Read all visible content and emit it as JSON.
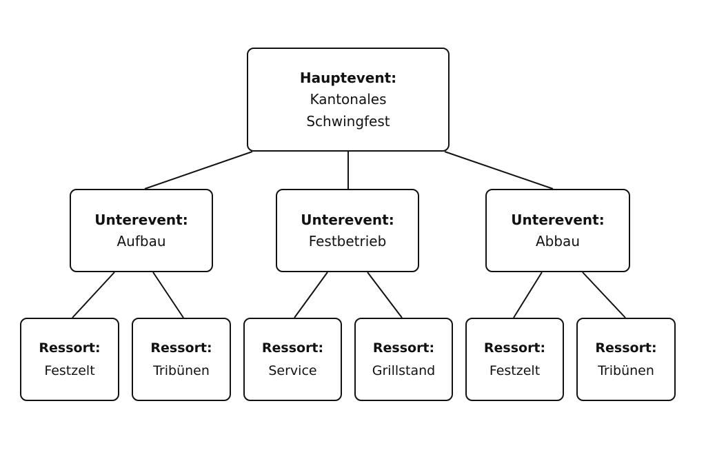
{
  "root": {
    "label": "Hauptevent:",
    "value_line1": "Kantonales",
    "value_line2": "Schwingfest"
  },
  "subevents": [
    {
      "label": "Unterevent:",
      "value": "Aufbau"
    },
    {
      "label": "Unterevent:",
      "value": "Festbetrieb"
    },
    {
      "label": "Unterevent:",
      "value": "Abbau"
    }
  ],
  "ressorts": [
    {
      "label": "Ressort:",
      "value": "Festzelt"
    },
    {
      "label": "Ressort:",
      "value": "Tribünen"
    },
    {
      "label": "Ressort:",
      "value": "Service"
    },
    {
      "label": "Ressort:",
      "value": "Grillstand"
    },
    {
      "label": "Ressort:",
      "value": "Festzelt"
    },
    {
      "label": "Ressort:",
      "value": "Tribünen"
    }
  ],
  "colors": {
    "line": "#111111",
    "box_border": "#111111",
    "background": "#ffffff"
  }
}
